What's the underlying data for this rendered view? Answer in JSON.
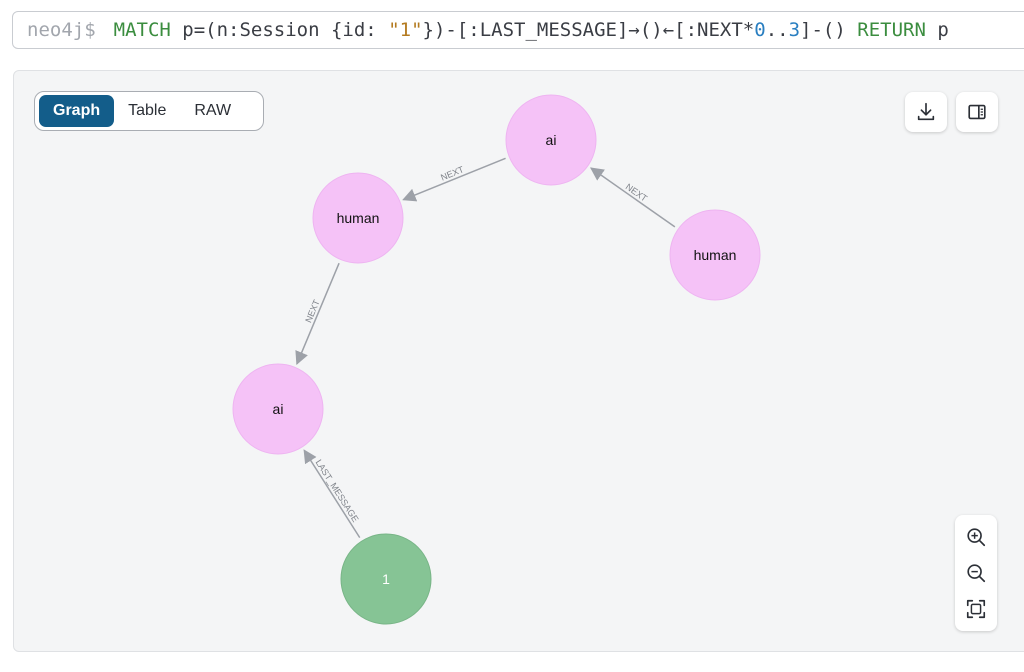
{
  "query": {
    "prompt": "neo4j$",
    "tokens": [
      {
        "text": "MATCH",
        "style": "kw"
      },
      {
        "text": " p=(n:Session {id: ",
        "style": ""
      },
      {
        "text": "\"1\"",
        "style": "str"
      },
      {
        "text": "})-[:LAST_MESSAGE]→()←[:NEXT*",
        "style": ""
      },
      {
        "text": "0",
        "style": "num"
      },
      {
        "text": "..",
        "style": ""
      },
      {
        "text": "3",
        "style": "num"
      },
      {
        "text": "]-() ",
        "style": ""
      },
      {
        "text": "RETURN",
        "style": "kw"
      },
      {
        "text": " p",
        "style": ""
      }
    ]
  },
  "view_tabs": {
    "graph": "Graph",
    "table": "Table",
    "raw": "RAW",
    "active": "graph"
  },
  "colors": {
    "message_node": "#f5c2f7",
    "session_node": "#86c495",
    "relationship": "#9da1a8",
    "active_tab": "#135d8a"
  },
  "icons": {
    "download": "download-icon",
    "sidebar": "sidebar-panel-icon",
    "zoom_in": "zoom-in-icon",
    "zoom_out": "zoom-out-icon",
    "fit": "fit-to-screen-icon"
  },
  "graph": {
    "nodes": [
      {
        "id": "n_ai_top",
        "label": "ai",
        "kind": "message"
      },
      {
        "id": "n_human_left",
        "label": "human",
        "kind": "message"
      },
      {
        "id": "n_human_right",
        "label": "human",
        "kind": "message"
      },
      {
        "id": "n_ai_bottom",
        "label": "ai",
        "kind": "message"
      },
      {
        "id": "n_session",
        "label": "1",
        "kind": "session"
      }
    ],
    "relationships": [
      {
        "from": "n_ai_top",
        "to": "n_human_left",
        "type": "NEXT"
      },
      {
        "from": "n_human_right",
        "to": "n_ai_top",
        "type": "NEXT"
      },
      {
        "from": "n_human_left",
        "to": "n_ai_bottom",
        "type": "NEXT"
      },
      {
        "from": "n_session",
        "to": "n_ai_bottom",
        "type": "LAST_MESSAGE"
      }
    ]
  }
}
